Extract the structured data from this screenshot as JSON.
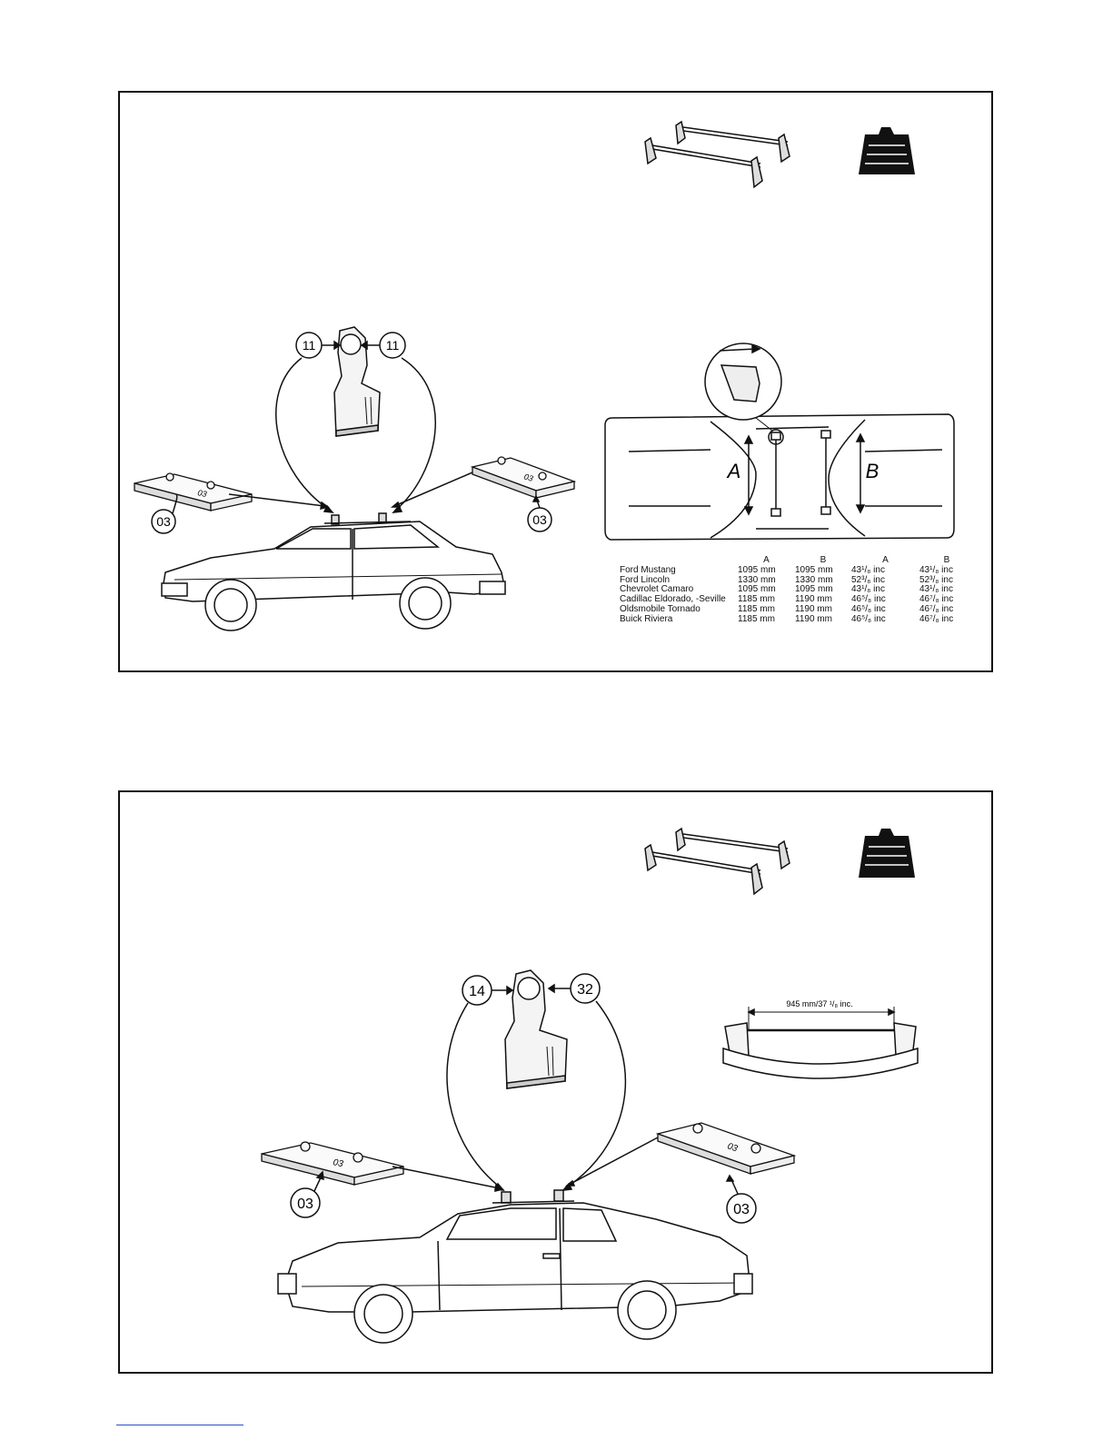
{
  "panel1": {
    "callouts": {
      "left_top": "11",
      "right_top": "11",
      "left_pad": "03",
      "right_pad": "03"
    },
    "pad_text": "03",
    "plan_labels": {
      "a": "A",
      "b": "B"
    },
    "table": {
      "headers": [
        "",
        "A",
        "B",
        "A",
        "B"
      ],
      "rows": [
        [
          "Ford Mustang",
          "1095 mm",
          "1095 mm",
          "43¹/₈ inc",
          "43¹/₈ inc"
        ],
        [
          "Ford Lincoln",
          "1330 mm",
          "1330 mm",
          "52³/₈ inc",
          "52³/₈ inc"
        ],
        [
          "Chevrolet Camaro",
          "1095 mm",
          "1095 mm",
          "43¹/₈ inc",
          "43¹/₈ inc"
        ],
        [
          "Cadillac Eldorado, -Seville",
          "1185 mm",
          "1190 mm",
          "46⁵/₈ inc",
          "46⁷/₈ inc"
        ],
        [
          "Oldsmobile Tornado",
          "1185 mm",
          "1190 mm",
          "46⁵/₈ inc",
          "46⁷/₈ inc"
        ],
        [
          "Buick Riviera",
          "1185 mm",
          "1190 mm",
          "46⁵/₈ inc",
          "46⁷/₈ inc"
        ]
      ]
    }
  },
  "panel2": {
    "callouts": {
      "left_top": "14",
      "right_top": "32",
      "left_pad": "03",
      "right_pad": "03"
    },
    "pad_text": "03",
    "dimension": "945 mm/37 ¹/₈ inc."
  },
  "icons": [
    "roof-rack-icon",
    "weight-icon",
    "foot-bracket-icon",
    "rubber-pad-icon",
    "sedan-car-icon",
    "coupe-car-icon",
    "car-top-view-icon"
  ]
}
